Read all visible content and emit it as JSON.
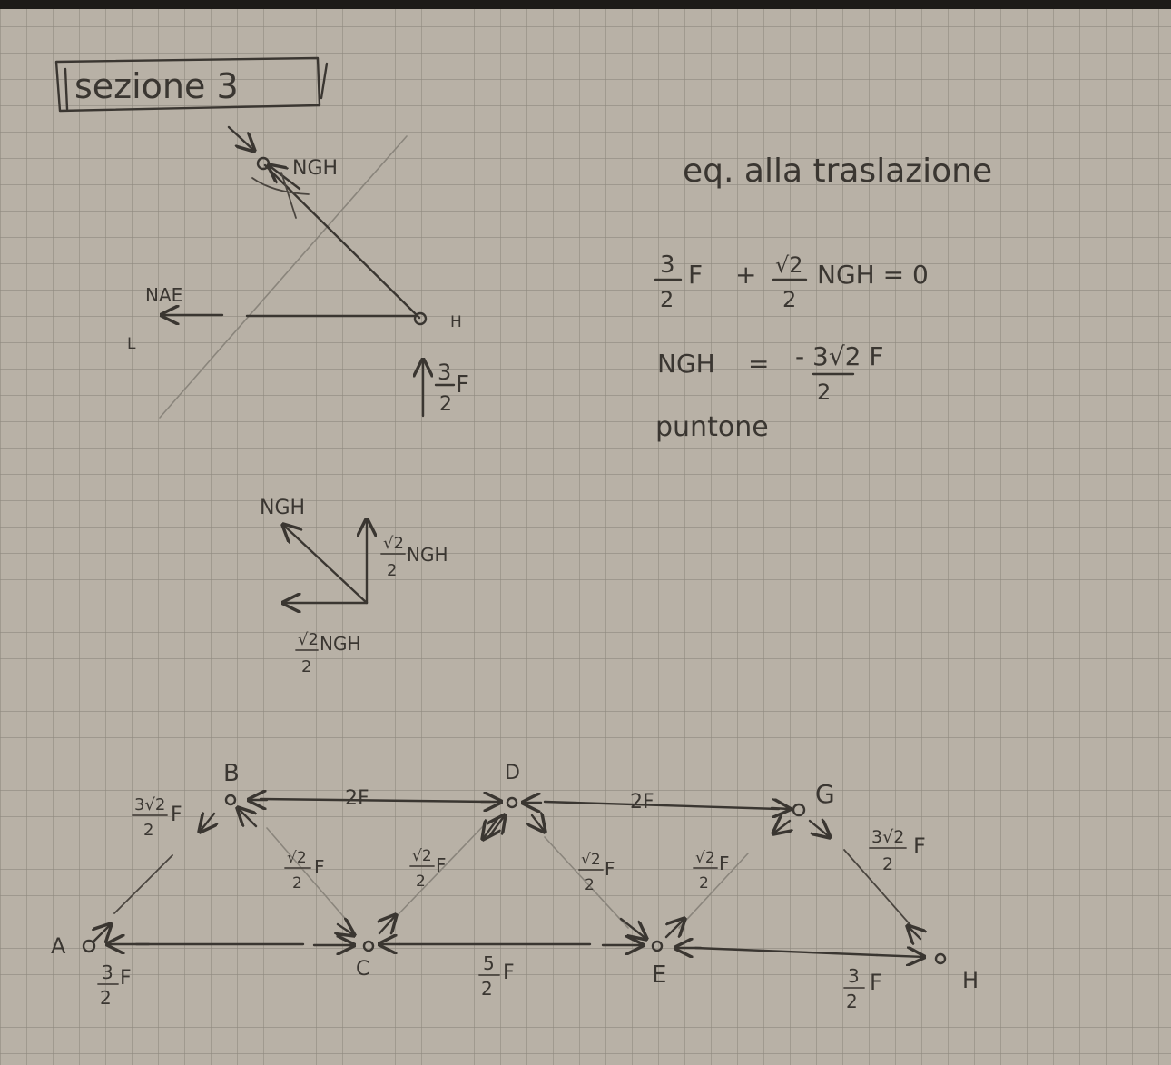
{
  "title": "sezione 3",
  "section_sketch": {
    "force_ngh": "NGH",
    "force_nae": "NAE",
    "node_h": "H",
    "node_l": "L",
    "reaction": "3/2 F",
    "reaction_num": "3",
    "reaction_den": "2",
    "reaction_f": "F"
  },
  "equations": {
    "heading": "eq. alla traslazione",
    "eq1_a_num": "3",
    "eq1_a_den": "2",
    "eq1_a_f": "F",
    "eq1_plus": "+",
    "eq1_b_num": "√2",
    "eq1_b_den": "2",
    "eq1_b_rest": "NGH = 0",
    "eq2_lhs": "NGH",
    "eq2_eq": "=",
    "eq2_num": "- 3√2 F",
    "eq2_den": "2",
    "result": "puntone"
  },
  "decomposition": {
    "vector": "NGH",
    "vertical_num": "√2",
    "vertical_den": "2",
    "vertical_rest": "NGH",
    "horizontal_num": "√2",
    "horizontal_den": "2",
    "horizontal_rest": "NGH"
  },
  "truss": {
    "nodes": {
      "a": "A",
      "b": "B",
      "c": "C",
      "d": "D",
      "e": "E",
      "g": "G",
      "h": "H"
    },
    "labels": {
      "bd": "2F",
      "dg": "2F",
      "ab_num": "3√2",
      "ab_rest": "F",
      "ab_den": "2",
      "bc_num": "√2",
      "bc_rest": "F",
      "bc_den": "2",
      "cd_num": "√2",
      "cd_rest": "F",
      "cd_den": "2",
      "de_num": "√2",
      "de_rest": "F",
      "de_den": "2",
      "eg_num": "√2",
      "eg_rest": "F",
      "eg_den": "2",
      "gh_num": "3√2",
      "gh_rest": "F",
      "gh_den": "2",
      "ac_num": "3",
      "ac_rest": "F",
      "ac_den": "2",
      "ce_num": "5",
      "ce_rest": "F",
      "ce_den": "2",
      "eh_num": "3",
      "eh_rest": "F",
      "eh_den": "2"
    }
  },
  "colors": {
    "paper": "#b8b1a6",
    "grid": "#8f897f",
    "ink": "#3a3631"
  }
}
